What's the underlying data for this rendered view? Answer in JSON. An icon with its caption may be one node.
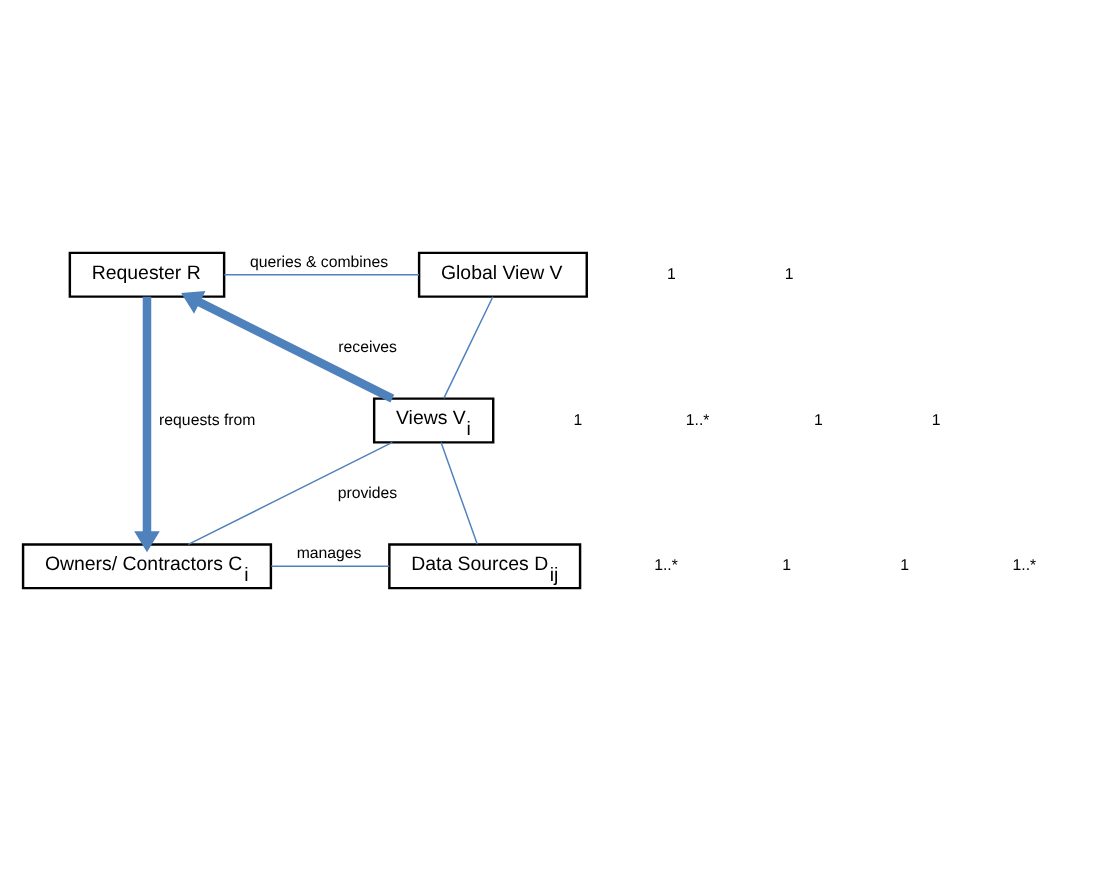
{
  "diagram": {
    "nodes": [
      {
        "text": [
          "Requester R"
        ]
      },
      {
        "text": [
          "Global View V"
        ]
      },
      {
        "text": [
          "Views V$_{i}$"
        ]
      },
      {
        "text": [
          "Owners/ Contractors C$_{i}$"
        ]
      },
      {
        "text": [
          "Data Sources D$_{ij}$"
        ]
      }
    ],
    "edges": [
      {
        "from": 0,
        "to": 1,
        "arrow": "none",
        "label": "queries & combines"
      },
      {
        "from": 1,
        "to": 2,
        "arrow": "none"
      },
      {
        "from": 2,
        "to": 0,
        "arrow": "to",
        "label": "receives",
        "style": "thick"
      },
      {
        "from": 0,
        "to": 3,
        "arrow": "to",
        "label": "requests from",
        "style": "thick"
      },
      {
        "from": 3,
        "to": 2,
        "arrow": "none",
        "label": "provides"
      },
      {
        "from": 2,
        "to": 4,
        "arrow": "none"
      },
      {
        "from": 3,
        "to": 4,
        "arrow": "none",
        "label": "manages"
      }
    ],
    "labels": [
      "1",
      "1",
      "1",
      "1..*",
      "1",
      "1",
      "1..*",
      "1",
      "1",
      "1..*"
    ]
  }
}
